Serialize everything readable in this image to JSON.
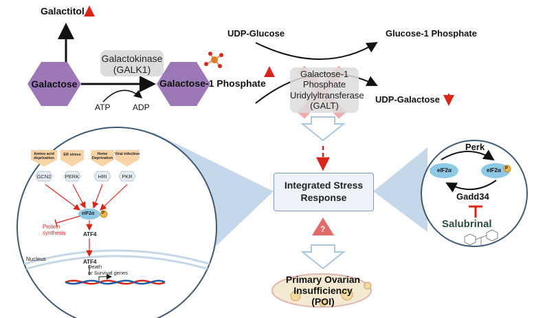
{
  "top": {
    "galactitol": "Galactitol",
    "galactose": "Galactose",
    "galk_enzyme": "Galactokinase\n(GALK1)",
    "galactose1p": "Galactose-1 Phosphate",
    "atp": "ATP",
    "adp": "ADP",
    "udp_glucose": "UDP-Glucose",
    "glucose1p": "Glucose-1 Phosphate",
    "galt_enzyme": "Galactose-1\nPhosphate\nUridylyltransferase\n(GALT)",
    "udp_galactose": "UDP-Galactose"
  },
  "center": {
    "isr": "Integrated Stress\nResponse",
    "question": "?",
    "poi": "Primary Ovarian\nInsufficiency\n(POI)"
  },
  "left_circle": {
    "stresses": [
      "Amino acid\ndeprivation",
      "ER stress",
      "Heme\nDeprivation",
      "Viral\ninfection"
    ],
    "kinases": [
      "GCN2",
      "PERK",
      "HRI",
      "PKR"
    ],
    "eif2a": "eIF2α",
    "phospho": "P",
    "protein_synthesis": "Protein\nsynthesis",
    "atf4_cyto": "ATF4",
    "nucleus": "Nucleus",
    "atf4_nuc": "ATF4",
    "genes": "Death\nor Survival genes"
  },
  "right_circle": {
    "perk": "Perk",
    "eif2a_left": "eIF2α",
    "eif2a_right": "eIF2α",
    "phospho": "P",
    "gadd34": "Gadd34",
    "salubrinal": "Salubrinal"
  },
  "colors": {
    "hexagon": "#9c78b6",
    "enzyme_box": "#dcdcdc",
    "red_arrow": "#d9261c",
    "blue_funnel": "#a8c6df",
    "cone": "#c5d8ea",
    "isr_border": "#7e9bbd",
    "salubrinal": "#2e4a43",
    "eif2a_blob": "#8ecae6",
    "phospho": "#f0b64a"
  }
}
